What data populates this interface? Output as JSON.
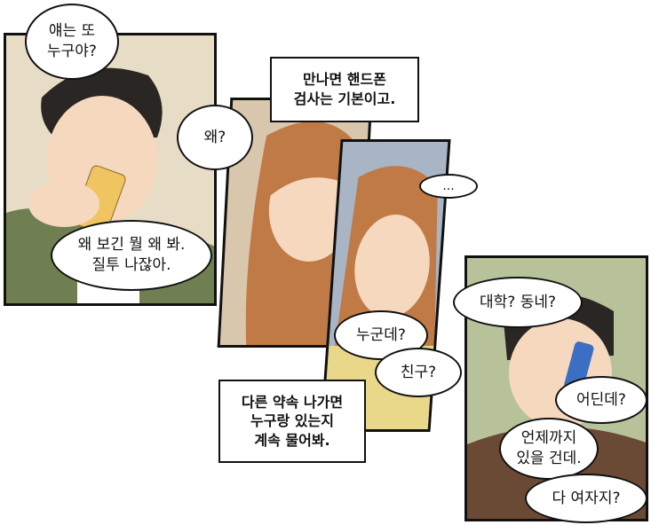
{
  "panel1": {
    "speech": [
      "얘는 또\n누구야?",
      "왜 보긴 뭘 왜 봐.\n질투 나잖아."
    ]
  },
  "panel2": {
    "caption": "만나면 핸드폰\n검사는 기본이고.",
    "speech": [
      "왜?"
    ]
  },
  "panel3": {
    "speech": [
      "...",
      "누군데?",
      "친구?"
    ],
    "caption": "다른 약속 나가면\n누구랑 있는지\n계속 물어봐."
  },
  "panel4": {
    "speech": [
      "대학? 동네?",
      "어딘데?",
      "언제까지\n있을 건데.",
      "다 여자지?"
    ]
  },
  "colors": {
    "panel1_bg": "#e7dcc6",
    "panel2_bg": "#d9c7ad",
    "panel3_bg": "#a9b5c4",
    "panel4_bg": "#b7c29a",
    "hair_dark": "#2a2623",
    "hair_brown": "#c07a45",
    "skin": "#f6d8bf",
    "jacket_green": "#6f7f52",
    "phone_gold": "#f0c460",
    "phone_blue": "#3b6fc4"
  }
}
